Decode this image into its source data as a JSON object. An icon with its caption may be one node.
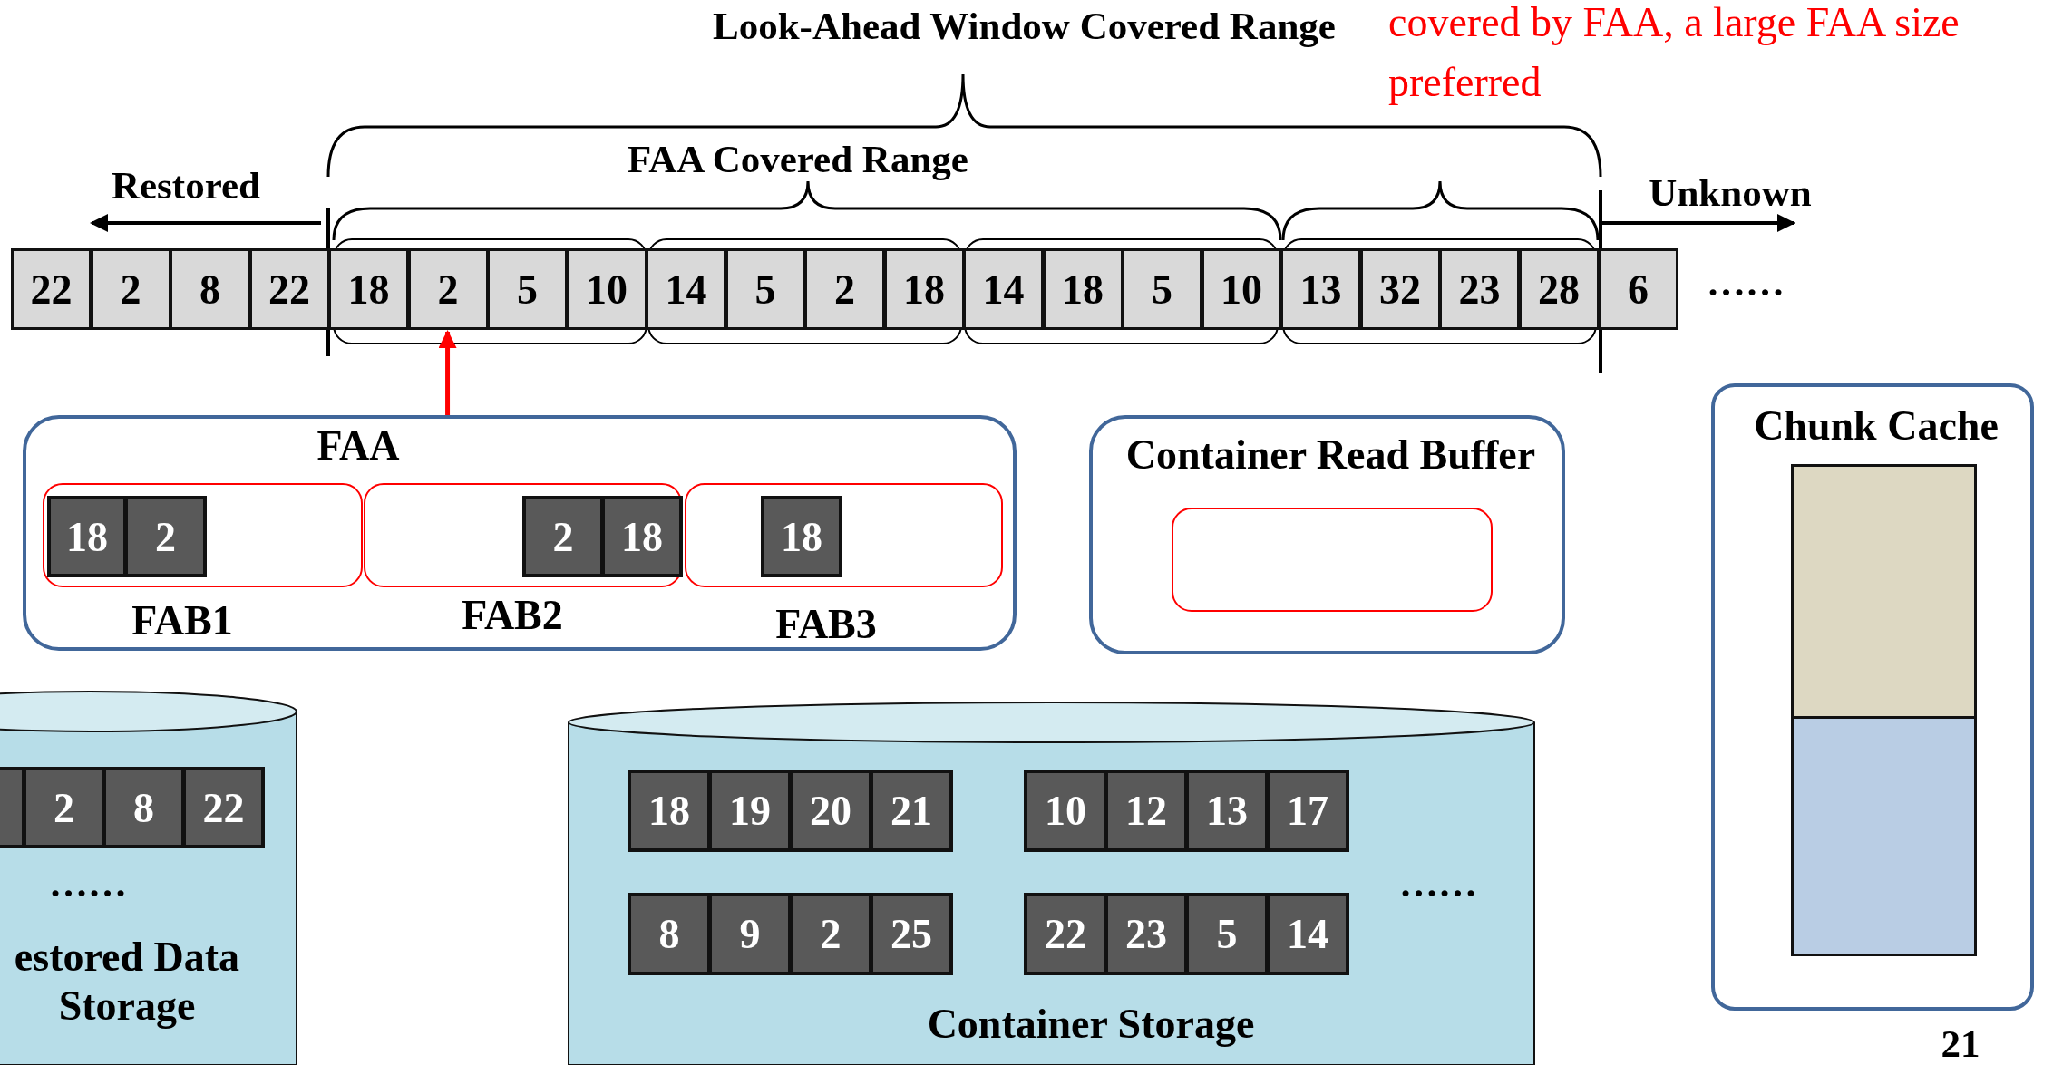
{
  "diagram": {
    "nodes": [
      {
        "text": [
          "22"
        ]
      },
      {
        "text": [
          "2"
        ]
      },
      {
        "text": [
          "8"
        ]
      },
      {
        "text": [
          "22"
        ]
      },
      {
        "text": [
          "18"
        ]
      },
      {
        "text": [
          "2"
        ]
      },
      {
        "text": [
          "5"
        ]
      },
      {
        "text": [
          "10"
        ]
      },
      {
        "text": [
          "14"
        ]
      },
      {
        "text": [
          "5"
        ]
      },
      {
        "text": [
          "2"
        ]
      },
      {
        "text": [
          "18"
        ]
      },
      {
        "text": [
          "14"
        ]
      },
      {
        "text": [
          "18"
        ]
      },
      {
        "text": [
          "5"
        ]
      },
      {
        "text": [
          "10"
        ]
      },
      {
        "text": [
          "13"
        ]
      },
      {
        "text": [
          "32"
        ]
      },
      {
        "text": [
          "23"
        ]
      },
      {
        "text": [
          "28"
        ]
      },
      {
        "text": [
          "6"
        ]
      },
      {
        "text": [
          "FAA"
        ]
      },
      {
        "text": [
          "FAB1"
        ],
        "in": 21
      },
      {
        "text": [
          "18"
        ],
        "in": 22
      },
      {
        "text": [
          "2"
        ],
        "in": 22
      },
      {
        "text": [
          "FAB2"
        ],
        "in": 21
      },
      {
        "text": [
          "2"
        ],
        "in": 25
      },
      {
        "text": [
          "18"
        ],
        "in": 25
      },
      {
        "text": [
          "FAB3"
        ],
        "in": 21
      },
      {
        "text": [
          "18"
        ],
        "in": 28
      },
      {
        "text": [
          "Container Read Buffer"
        ]
      },
      {
        "text": [],
        "shape": "box",
        "in": 30
      },
      {
        "text": [
          "Chunk Cache"
        ]
      },
      {
        "text": [],
        "shape": "bar",
        "in": 32
      },
      {
        "text": [],
        "shape": "bar",
        "in": 32
      },
      {
        "text": [
          "estored Data Storage"
        ]
      },
      {
        "text": [],
        "shape": "box",
        "in": 35
      },
      {
        "text": [
          "2"
        ],
        "in": 35
      },
      {
        "text": [
          "8"
        ],
        "in": 35
      },
      {
        "text": [
          "22"
        ],
        "in": 35
      },
      {
        "text": [
          "Container Storage"
        ]
      },
      {
        "text": [
          "18"
        ],
        "in": 40
      },
      {
        "text": [
          "19"
        ],
        "in": 40
      },
      {
        "text": [
          "20"
        ],
        "in": 40
      },
      {
        "text": [
          "21"
        ],
        "in": 40
      },
      {
        "text": [
          "10"
        ],
        "in": 40
      },
      {
        "text": [
          "12"
        ],
        "in": 40
      },
      {
        "text": [
          "13"
        ],
        "in": 40
      },
      {
        "text": [
          "17"
        ],
        "in": 40
      },
      {
        "text": [
          "8"
        ],
        "in": 40
      },
      {
        "text": [
          "9"
        ],
        "in": 40
      },
      {
        "text": [
          "2"
        ],
        "in": 40
      },
      {
        "text": [
          "25"
        ],
        "in": 40
      },
      {
        "text": [
          "22"
        ],
        "in": 40
      },
      {
        "text": [
          "23"
        ],
        "in": 40
      },
      {
        "text": [
          "5"
        ],
        "in": 40
      },
      {
        "text": [
          "14"
        ],
        "in": 40
      }
    ],
    "edges": [
      {
        "from": 21,
        "to": 5,
        "arrow": "to",
        "color": "#ff0000"
      }
    ],
    "labels": [
      "Look-Ahead Window Covered Range",
      "covered by FAA, a large FAA size preferred",
      "FAA Covered Range",
      "Restored",
      "Unknown",
      "……",
      "……",
      "……",
      "21"
    ]
  }
}
